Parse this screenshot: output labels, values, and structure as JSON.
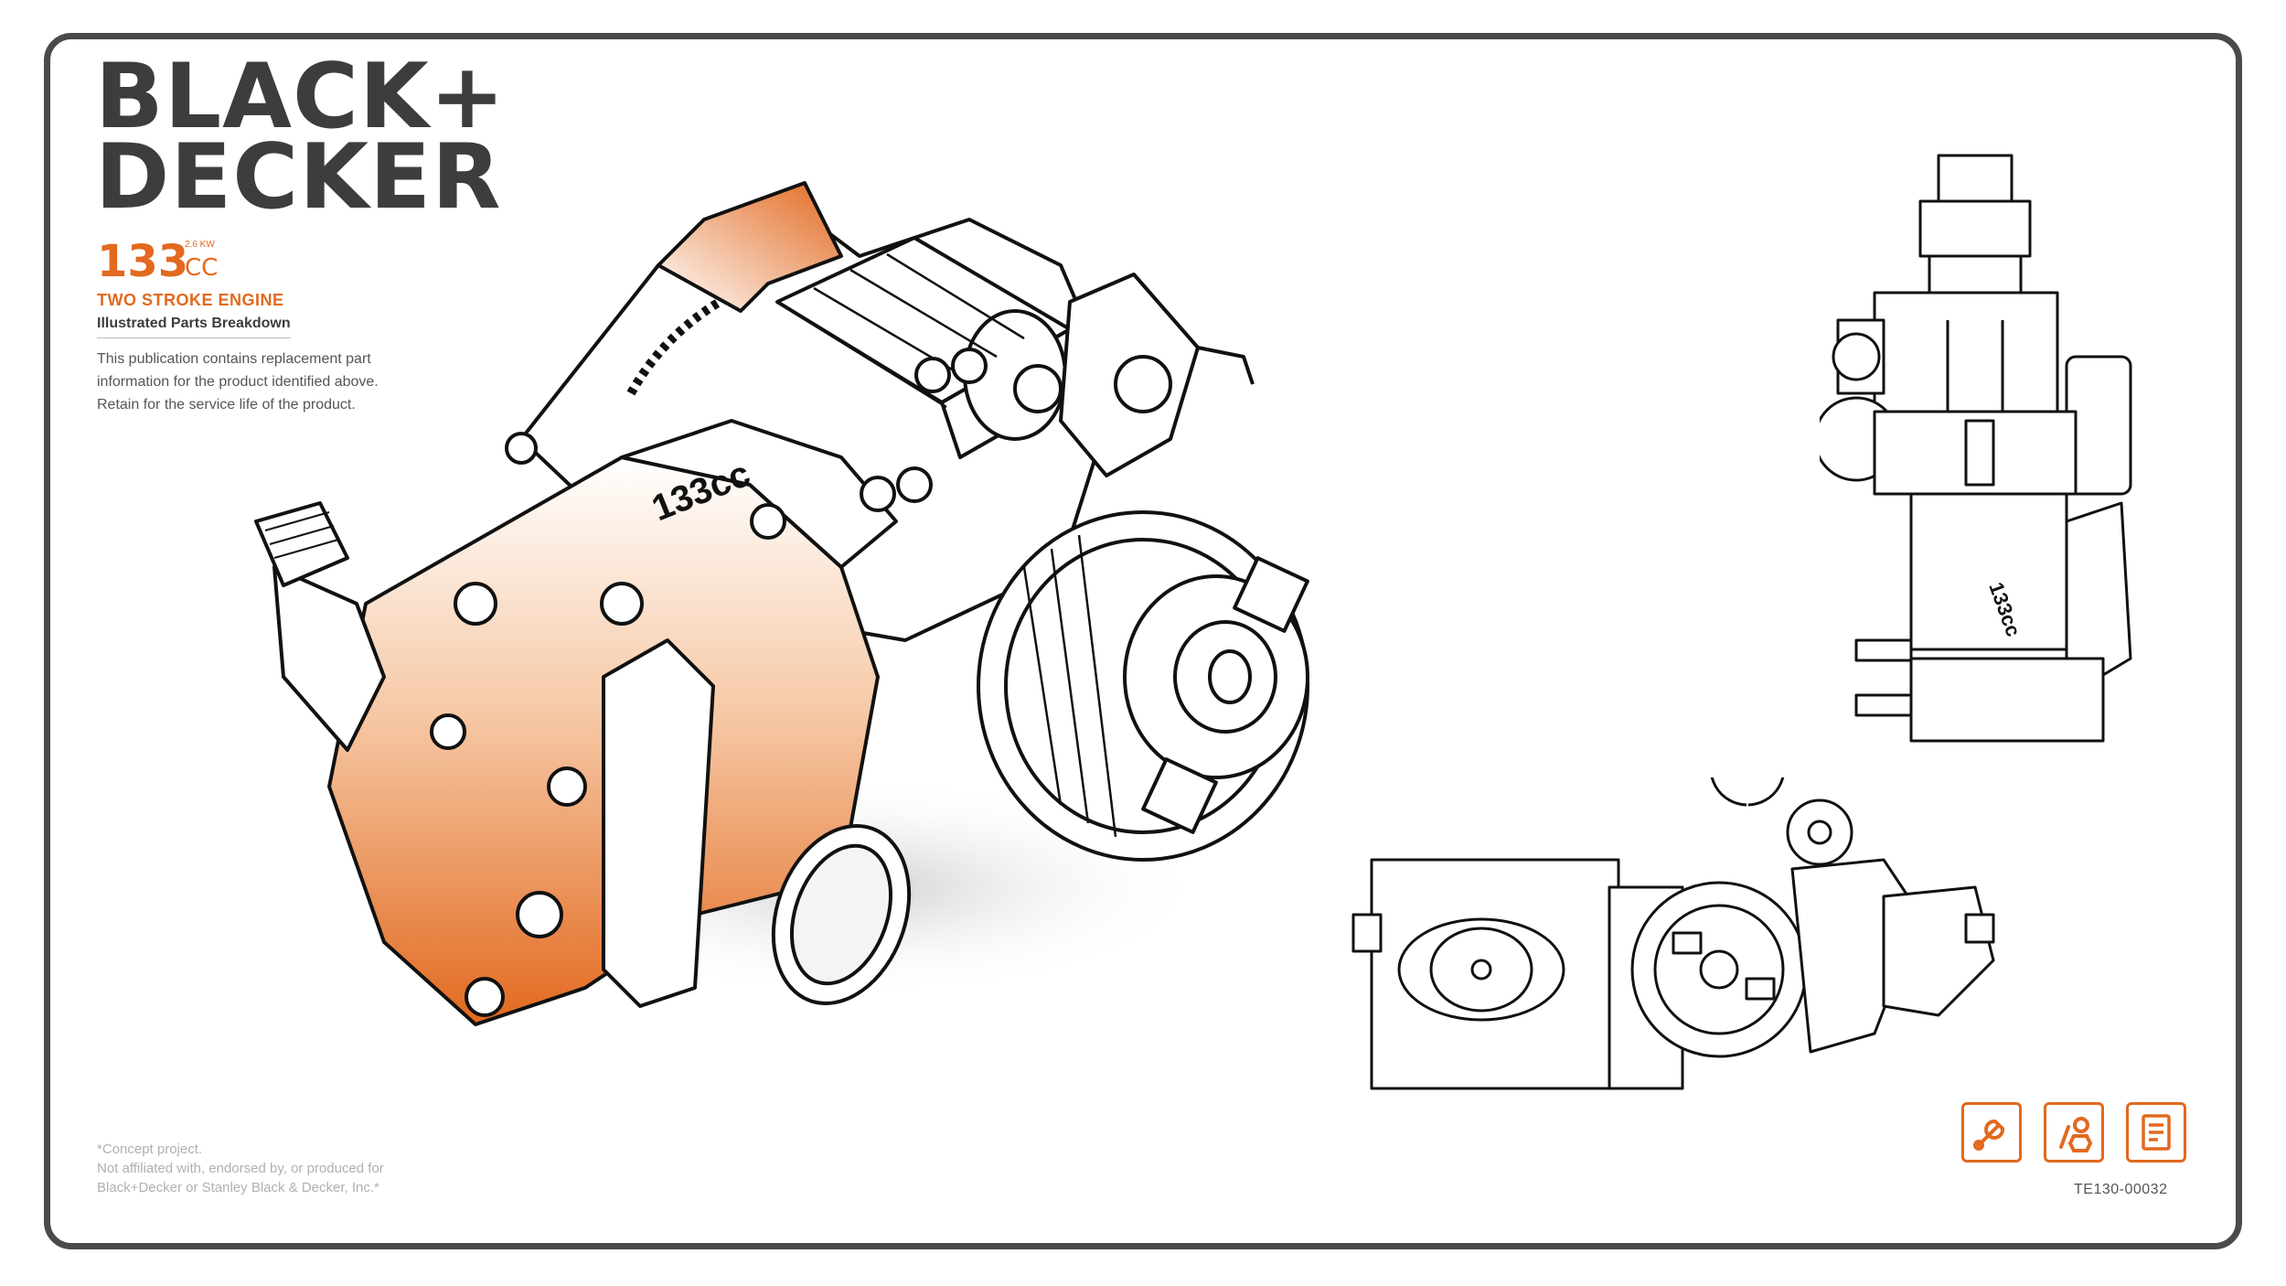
{
  "brand": {
    "line1": "BLACK+",
    "line2": "DECKER"
  },
  "spec": {
    "displacement": "133",
    "power": "2.6 KW",
    "unit": "CC"
  },
  "engine_title": "TWO STROKE ENGINE",
  "subtitle": "Illustrated Parts Breakdown",
  "description": [
    "This publication contains replacement part",
    "information for the product identified above.",
    "Retain for the service life of the product."
  ],
  "disclaimer": [
    "*Concept project.",
    "Not affiliated with, endorsed by, or produced for",
    "Black+Decker or Stanley Black & Decker, Inc.*"
  ],
  "engraving": "133cc",
  "document_code": "TE130-00032",
  "icons": [
    "wrench-icon",
    "parts-icon",
    "checklist-icon"
  ],
  "colors": {
    "accent": "#e2691f",
    "frame": "#4a4a4c",
    "text": "#3d3d40"
  }
}
